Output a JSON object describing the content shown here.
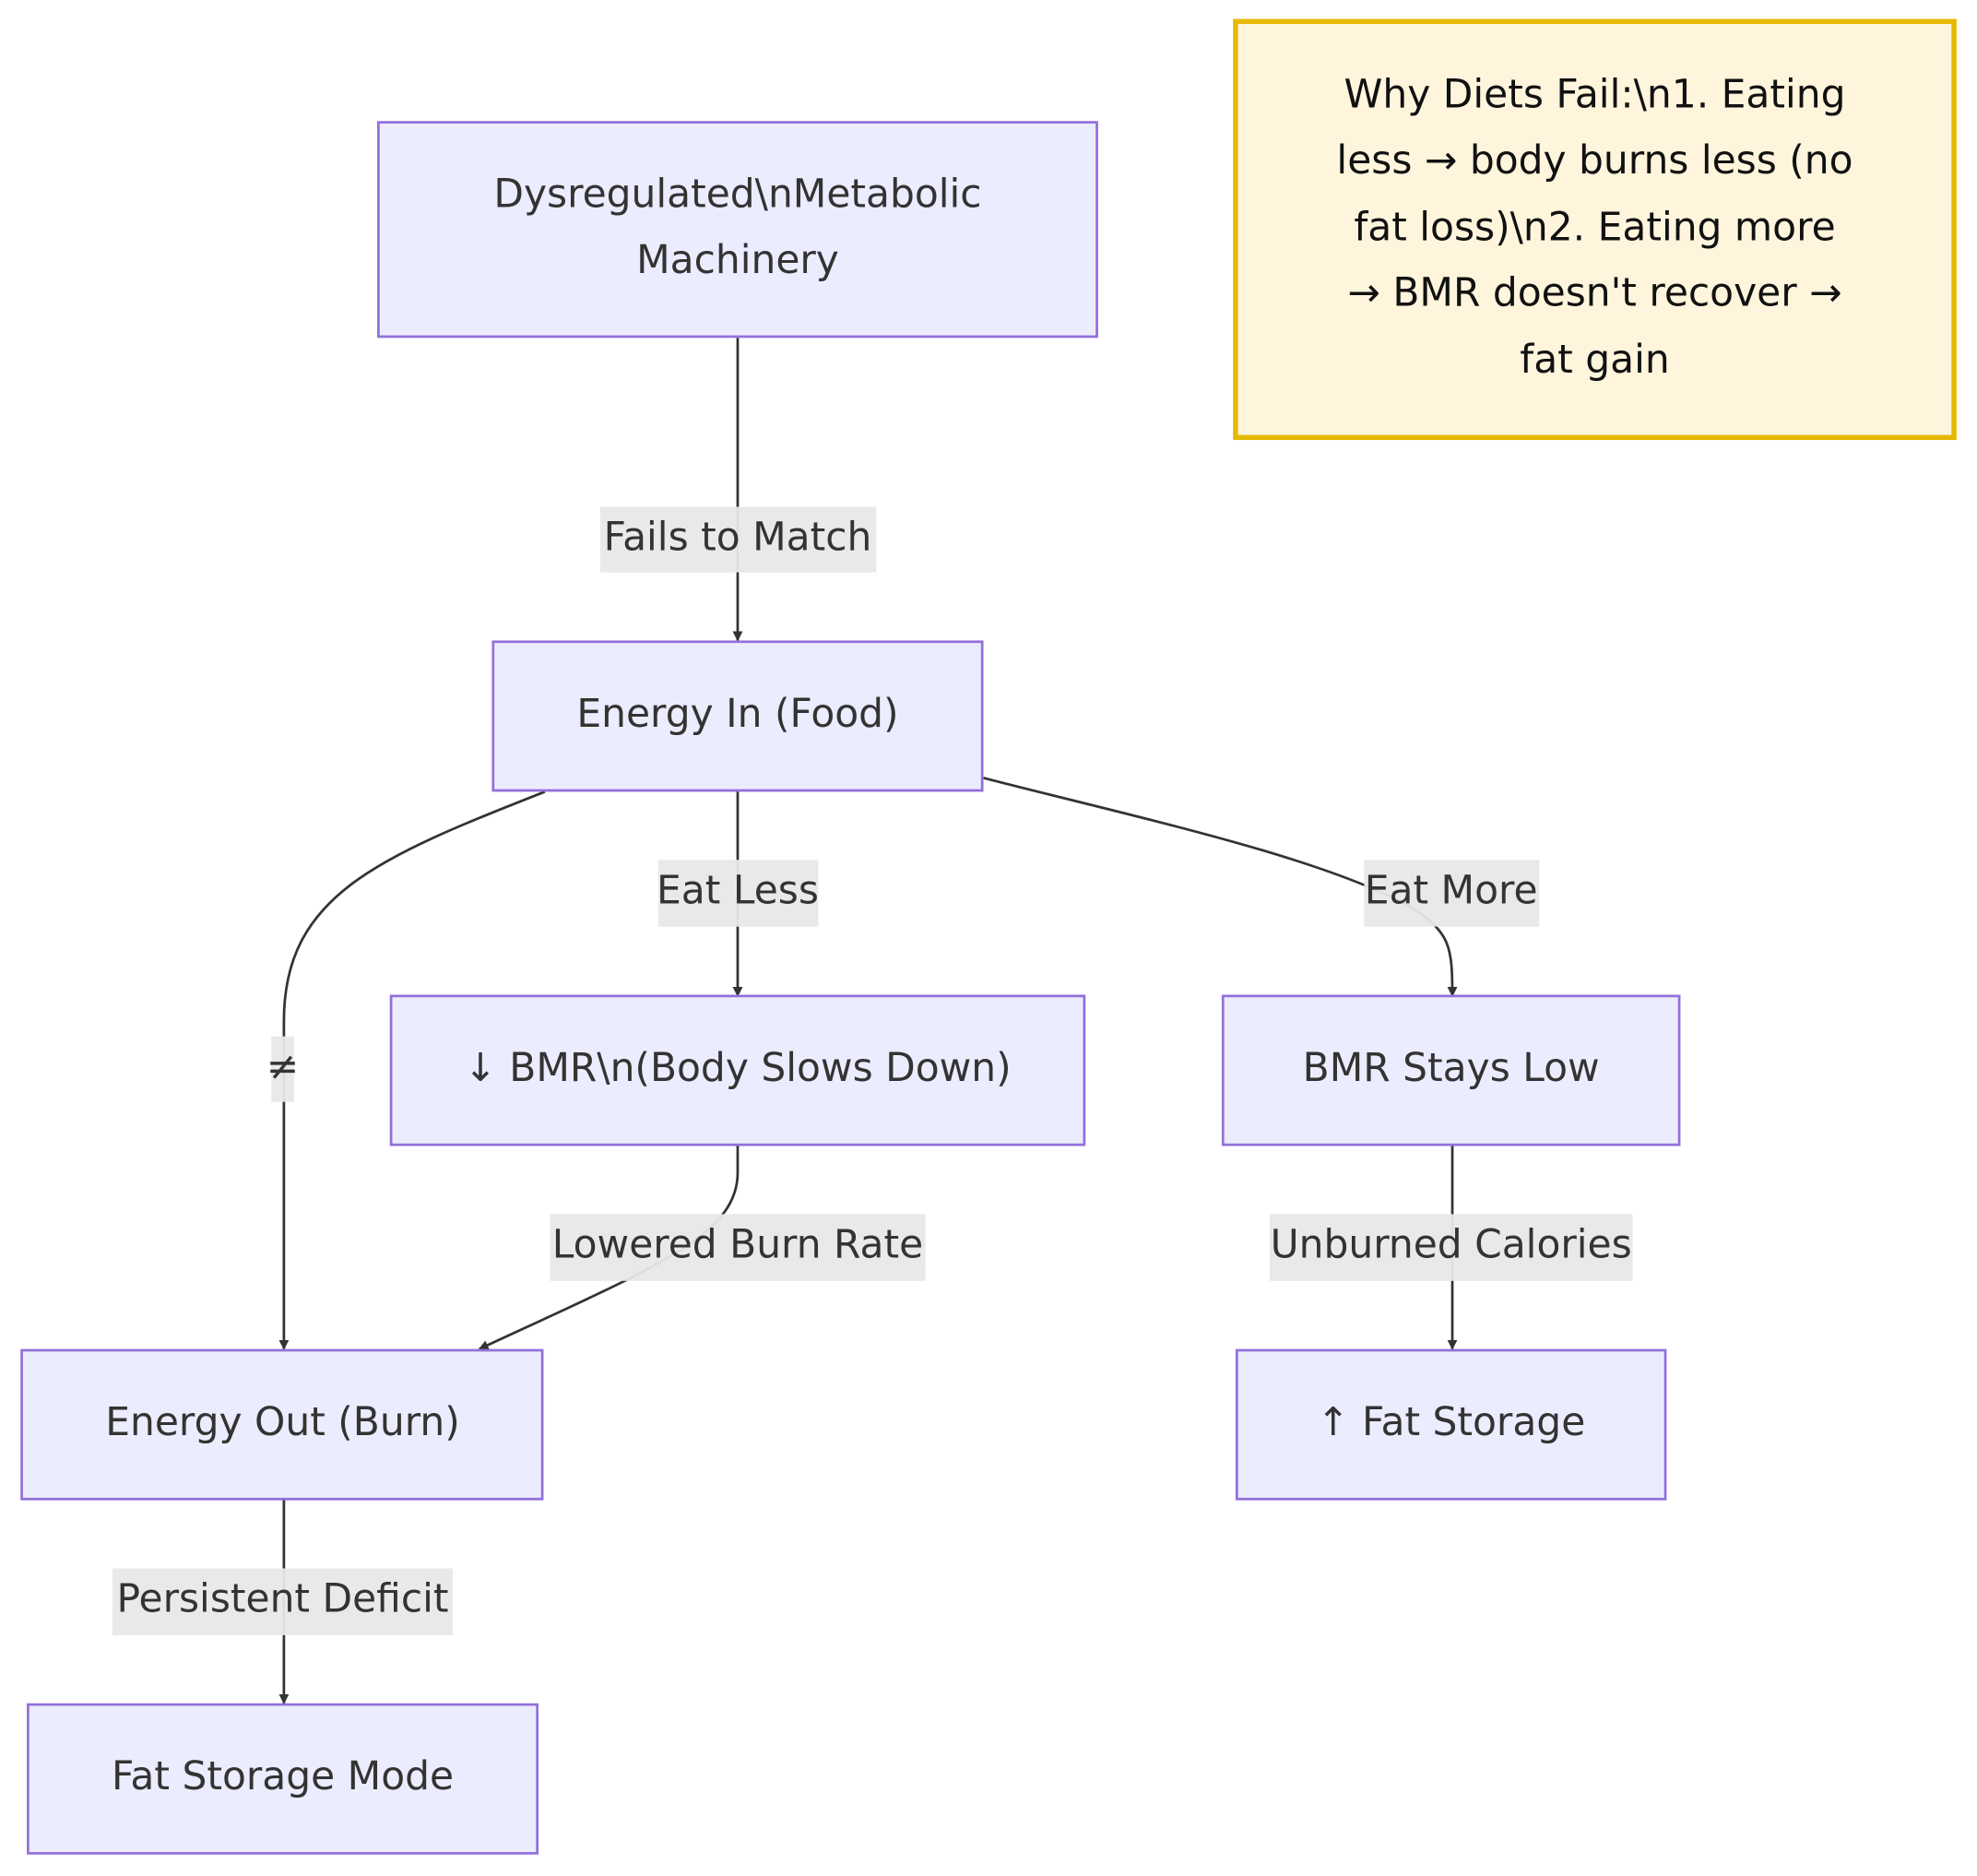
{
  "diagram": {
    "type": "flowchart",
    "colors": {
      "node_fill": "#ECECFF",
      "node_stroke": "#9370DB",
      "note_fill": "#FFF5DD",
      "note_stroke": "#E6B800",
      "edge": "#333333",
      "edge_label_bg": "#E8E8E8"
    },
    "nodes": {
      "dysregulated": {
        "lines": [
          "Dysregulated\\nMetabolic",
          "Machinery"
        ]
      },
      "energy_in": {
        "lines": [
          "Energy In (Food)"
        ]
      },
      "bmr_down": {
        "lines": [
          "↓ BMR\\n(Body Slows Down)"
        ]
      },
      "bmr_low": {
        "lines": [
          "BMR Stays Low"
        ]
      },
      "energy_out": {
        "lines": [
          "Energy Out (Burn)"
        ]
      },
      "fat_up": {
        "lines": [
          "↑ Fat Storage"
        ]
      },
      "fat_mode": {
        "lines": [
          "Fat Storage Mode"
        ]
      }
    },
    "note": {
      "lines": [
        "Why Diets Fail:\\n1. Eating",
        "less → body burns less (no",
        "fat loss)\\n2. Eating more",
        "→ BMR doesn't recover →",
        "fat gain"
      ]
    },
    "edges": [
      {
        "from": "dysregulated",
        "to": "energy_in",
        "label": "Fails to Match"
      },
      {
        "from": "energy_in",
        "to": "energy_out",
        "label": "≠"
      },
      {
        "from": "energy_in",
        "to": "bmr_down",
        "label": "Eat Less"
      },
      {
        "from": "energy_in",
        "to": "bmr_low",
        "label": "Eat More"
      },
      {
        "from": "bmr_down",
        "to": "energy_out",
        "label": "Lowered Burn Rate"
      },
      {
        "from": "bmr_low",
        "to": "fat_up",
        "label": "Unburned Calories"
      },
      {
        "from": "energy_out",
        "to": "fat_mode",
        "label": "Persistent Deficit"
      }
    ]
  }
}
